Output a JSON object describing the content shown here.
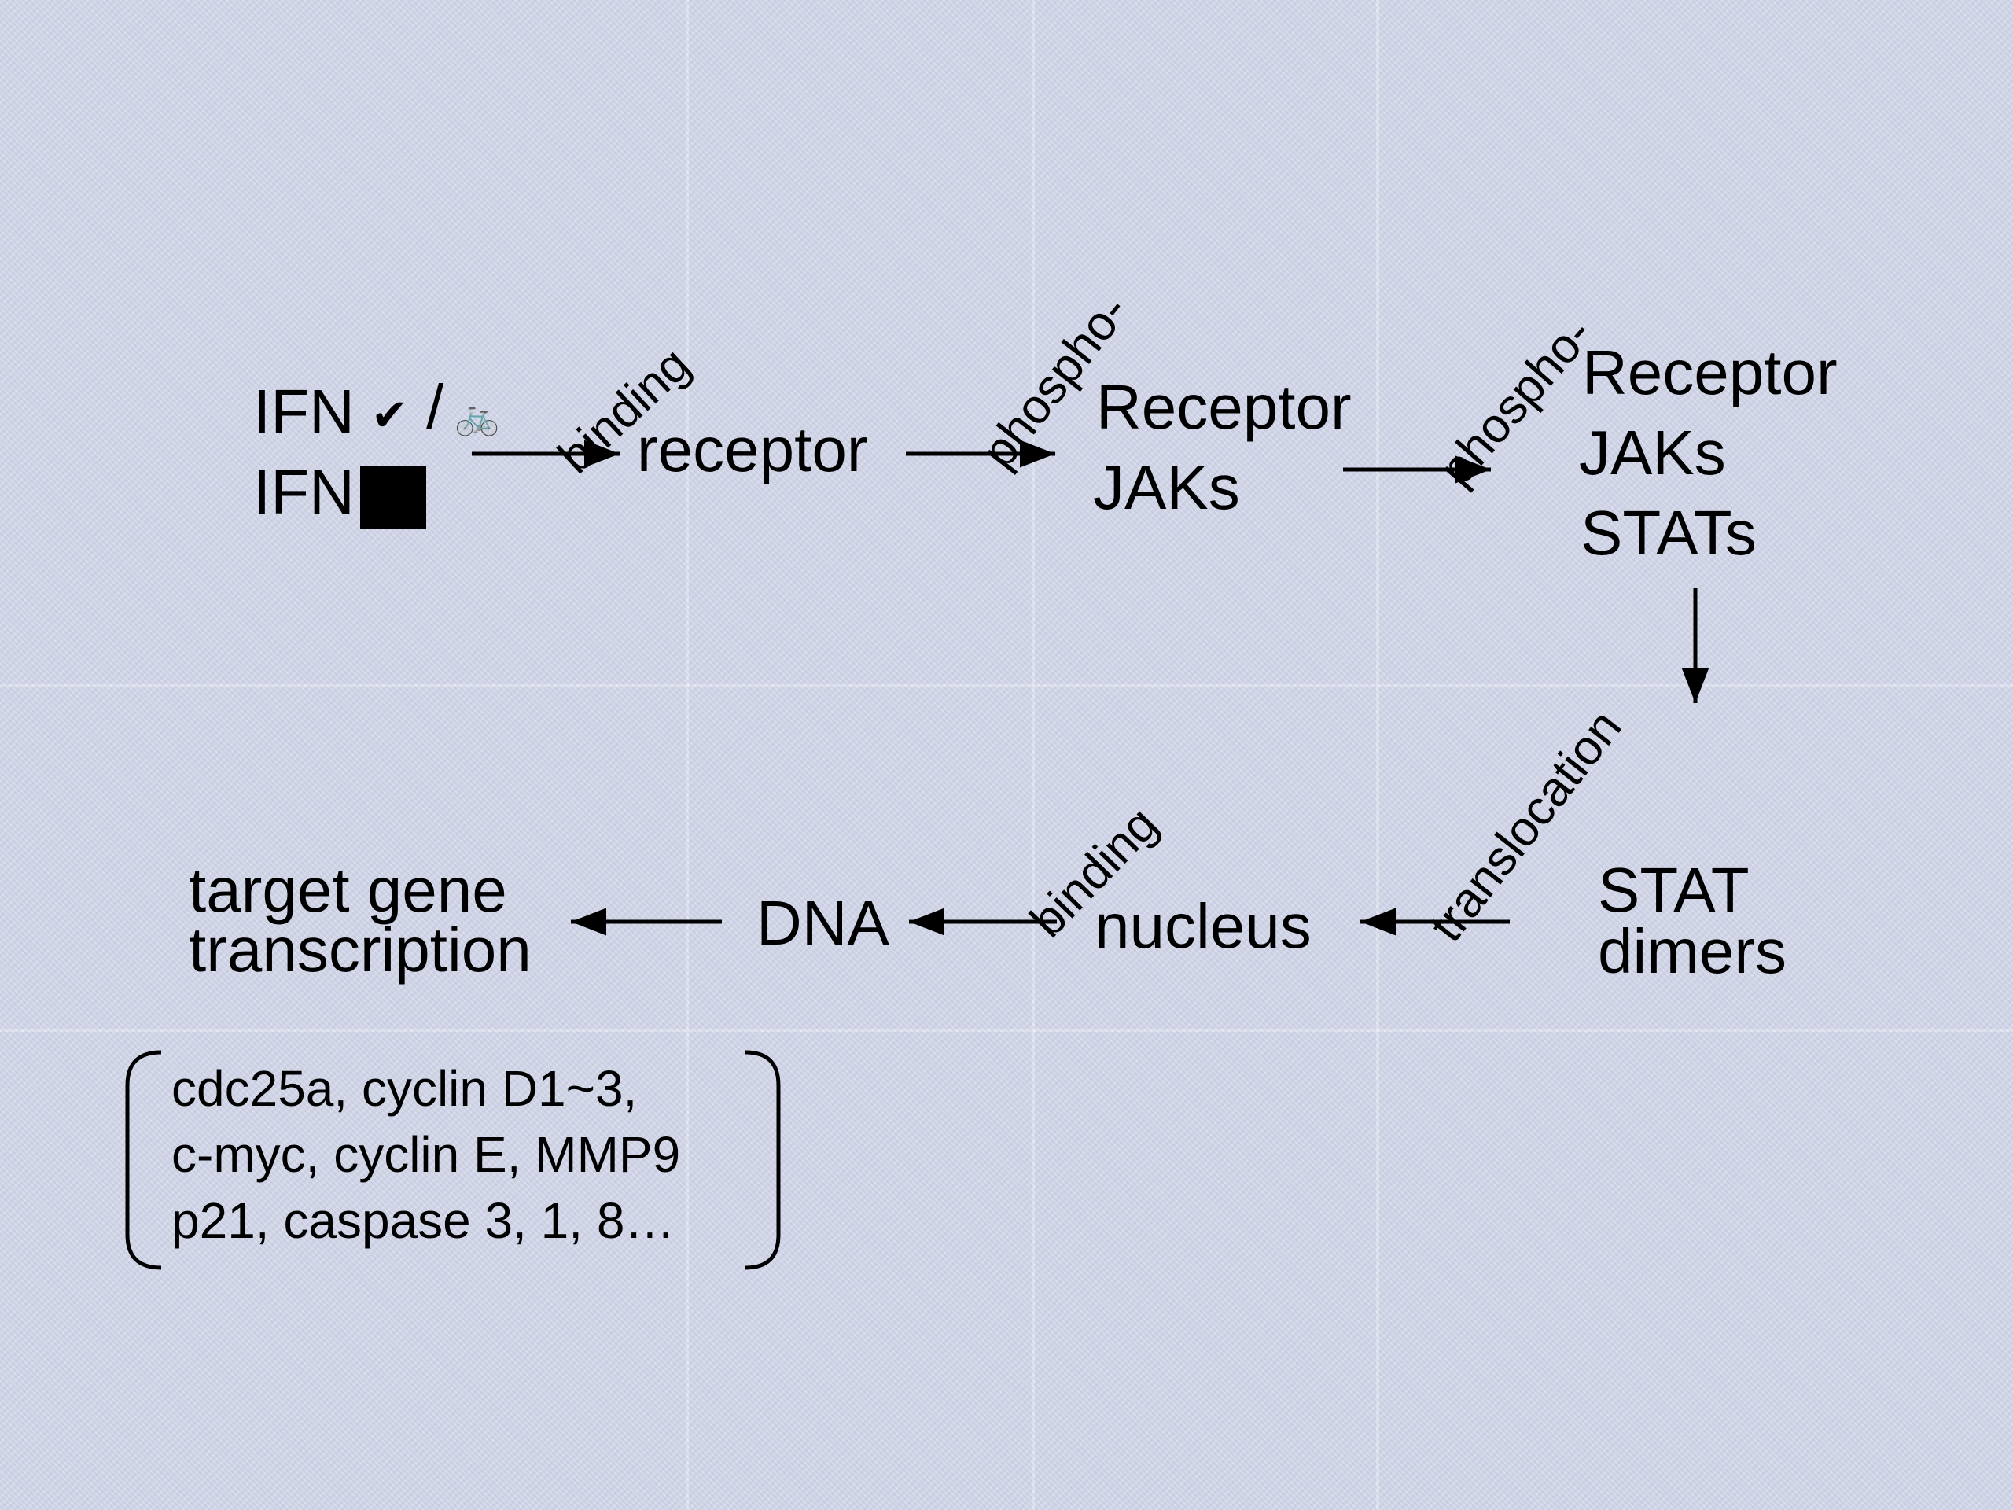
{
  "inputs": {
    "line1": "IFN",
    "check": "✔",
    "slash": "/",
    "bike": "🚲",
    "line2": "IFN"
  },
  "edges": {
    "binding1": "binding",
    "phospho1": "phospho-",
    "phospho2": "phospho-",
    "translocation": "translocation",
    "binding2": "binding"
  },
  "nodes": {
    "receptor": "receptor",
    "receptor_jaks": {
      "line1": "Receptor",
      "line2": "JAKs"
    },
    "receptor_jaks_stats": {
      "line1": "Receptor",
      "line2": "JAKs",
      "line3": "STATs"
    },
    "stat_dimers": {
      "line1": "STAT",
      "line2": "dimers"
    },
    "nucleus": "nucleus",
    "dna": "DNA",
    "target": {
      "line1": "target gene",
      "line2": "transcription"
    }
  },
  "genes": {
    "line1": "cdc25a, cyclin D1~3,",
    "line2": "c-myc, cyclin E, MMP9",
    "line3": "p21, caspase 3, 1, 8…"
  }
}
